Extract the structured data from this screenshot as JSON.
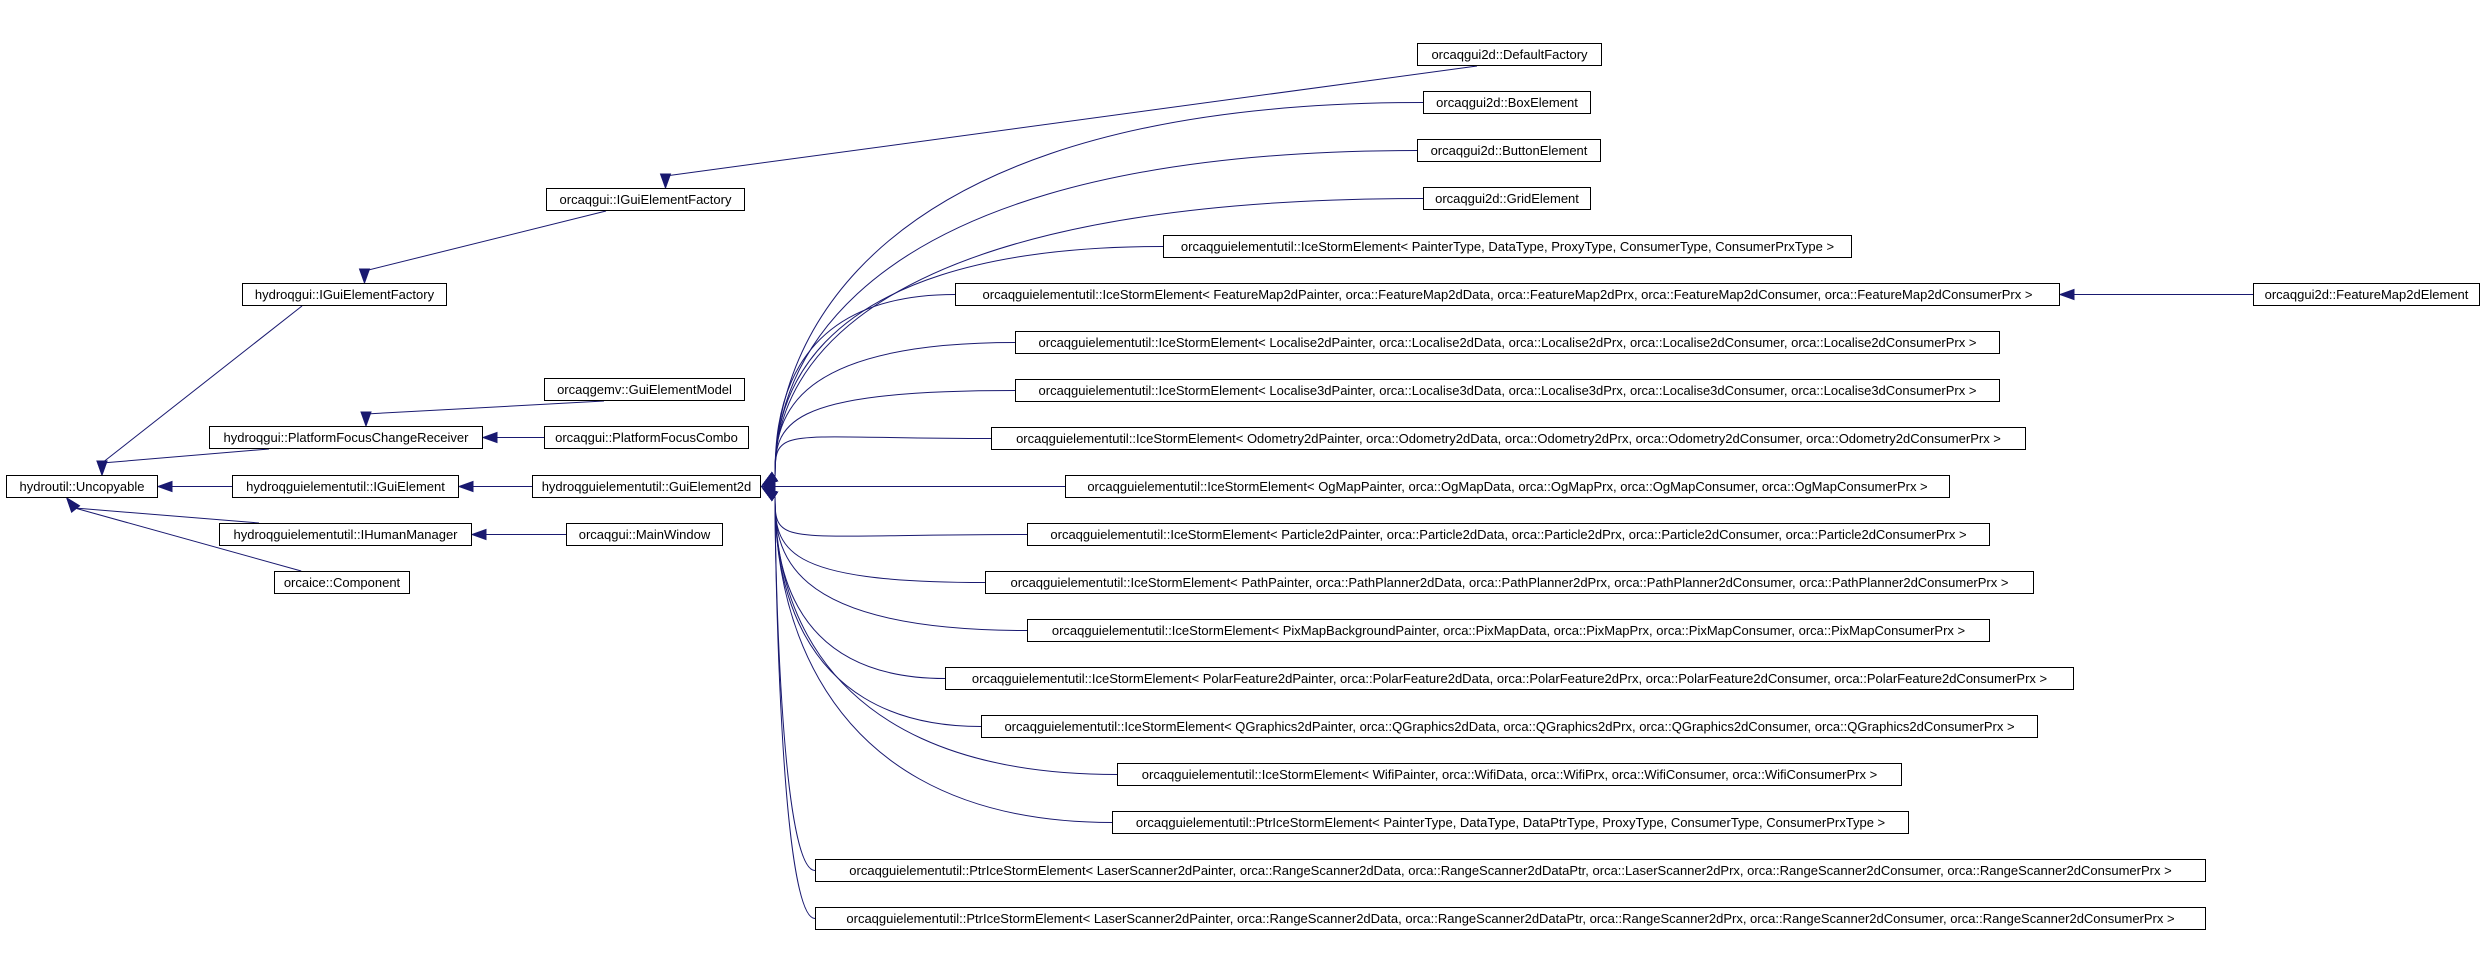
{
  "diagram": {
    "type": "inheritance-graph",
    "edge_color": "#191970",
    "nodes": [
      {
        "id": "uncopyable",
        "label": "hydroutil::Uncopyable"
      },
      {
        "id": "hydro_factory",
        "label": "hydroqgui::IGuiElementFactory"
      },
      {
        "id": "orca_factory",
        "label": "orcaqgui::IGuiElementFactory"
      },
      {
        "id": "default_factory",
        "label": "orcaqgui2d::DefaultFactory"
      },
      {
        "id": "focus_receiver",
        "label": "hydroqgui::PlatformFocusChangeReceiver"
      },
      {
        "id": "element_model",
        "label": "orcaqgemv::GuiElementModel"
      },
      {
        "id": "focus_combo",
        "label": "orcaqgui::PlatformFocusCombo"
      },
      {
        "id": "ielement",
        "label": "hydroqguielementutil::IGuiElement"
      },
      {
        "id": "element2d",
        "label": "hydroqguielementutil::GuiElement2d"
      },
      {
        "id": "human_manager",
        "label": "hydroqguielementutil::IHumanManager"
      },
      {
        "id": "main_window",
        "label": "orcaqgui::MainWindow"
      },
      {
        "id": "component",
        "label": "orcaice::Component"
      },
      {
        "id": "box_element",
        "label": "orcaqgui2d::BoxElement"
      },
      {
        "id": "button_element",
        "label": "orcaqgui2d::ButtonElement"
      },
      {
        "id": "grid_element",
        "label": "orcaqgui2d::GridElement"
      },
      {
        "id": "ise_generic",
        "label": "orcaqguielementutil::IceStormElement< PainterType, DataType, ProxyType, ConsumerType, ConsumerPrxType >"
      },
      {
        "id": "ise_featuremap",
        "label": "orcaqguielementutil::IceStormElement< FeatureMap2dPainter, orca::FeatureMap2dData, orca::FeatureMap2dPrx, orca::FeatureMap2dConsumer, orca::FeatureMap2dConsumerPrx >"
      },
      {
        "id": "featuremap_element",
        "label": "orcaqgui2d::FeatureMap2dElement"
      },
      {
        "id": "ise_localise2d",
        "label": "orcaqguielementutil::IceStormElement< Localise2dPainter, orca::Localise2dData, orca::Localise2dPrx, orca::Localise2dConsumer, orca::Localise2dConsumerPrx >"
      },
      {
        "id": "ise_localise3d",
        "label": "orcaqguielementutil::IceStormElement< Localise3dPainter, orca::Localise3dData, orca::Localise3dPrx, orca::Localise3dConsumer, orca::Localise3dConsumerPrx >"
      },
      {
        "id": "ise_odometry",
        "label": "orcaqguielementutil::IceStormElement< Odometry2dPainter, orca::Odometry2dData, orca::Odometry2dPrx, orca::Odometry2dConsumer, orca::Odometry2dConsumerPrx >"
      },
      {
        "id": "ise_ogmap",
        "label": "orcaqguielementutil::IceStormElement< OgMapPainter, orca::OgMapData, orca::OgMapPrx, orca::OgMapConsumer, orca::OgMapConsumerPrx >"
      },
      {
        "id": "ise_particle",
        "label": "orcaqguielementutil::IceStormElement< Particle2dPainter, orca::Particle2dData, orca::Particle2dPrx, orca::Particle2dConsumer, orca::Particle2dConsumerPrx >"
      },
      {
        "id": "ise_path",
        "label": "orcaqguielementutil::IceStormElement< PathPainter, orca::PathPlanner2dData, orca::PathPlanner2dPrx, orca::PathPlanner2dConsumer, orca::PathPlanner2dConsumerPrx >"
      },
      {
        "id": "ise_pixmap",
        "label": "orcaqguielementutil::IceStormElement< PixMapBackgroundPainter, orca::PixMapData, orca::PixMapPrx, orca::PixMapConsumer, orca::PixMapConsumerPrx >"
      },
      {
        "id": "ise_polar",
        "label": "orcaqguielementutil::IceStormElement< PolarFeature2dPainter, orca::PolarFeature2dData, orca::PolarFeature2dPrx, orca::PolarFeature2dConsumer, orca::PolarFeature2dConsumerPrx >"
      },
      {
        "id": "ise_qgraphics",
        "label": "orcaqguielementutil::IceStormElement< QGraphics2dPainter, orca::QGraphics2dData, orca::QGraphics2dPrx, orca::QGraphics2dConsumer, orca::QGraphics2dConsumerPrx >"
      },
      {
        "id": "ise_wifi",
        "label": "orcaqguielementutil::IceStormElement< WifiPainter, orca::WifiData, orca::WifiPrx, orca::WifiConsumer, orca::WifiConsumerPrx >"
      },
      {
        "id": "pise_generic",
        "label": "orcaqguielementutil::PtrIceStormElement< PainterType, DataType, DataPtrType, ProxyType, ConsumerType, ConsumerPrxType >"
      },
      {
        "id": "pise_laser",
        "label": "orcaqguielementutil::PtrIceStormElement< LaserScanner2dPainter, orca::RangeScanner2dData, orca::RangeScanner2dDataPtr, orca::LaserScanner2dPrx, orca::RangeScanner2dConsumer, orca::RangeScanner2dConsumerPrx >"
      },
      {
        "id": "pise_range",
        "label": "orcaqguielementutil::PtrIceStormElement< LaserScanner2dPainter, orca::RangeScanner2dData, orca::RangeScanner2dDataPtr, orca::RangeScanner2dPrx, orca::RangeScanner2dConsumer, orca::RangeScanner2dConsumerPrx >"
      }
    ],
    "edges": [
      {
        "from": "hydro_factory",
        "to": "uncopyable"
      },
      {
        "from": "focus_receiver",
        "to": "uncopyable"
      },
      {
        "from": "ielement",
        "to": "uncopyable"
      },
      {
        "from": "human_manager",
        "to": "uncopyable"
      },
      {
        "from": "component",
        "to": "uncopyable"
      },
      {
        "from": "orca_factory",
        "to": "hydro_factory"
      },
      {
        "from": "default_factory",
        "to": "orca_factory"
      },
      {
        "from": "element_model",
        "to": "focus_receiver"
      },
      {
        "from": "focus_combo",
        "to": "focus_receiver"
      },
      {
        "from": "element2d",
        "to": "ielement"
      },
      {
        "from": "main_window",
        "to": "human_manager"
      },
      {
        "from": "box_element",
        "to": "element2d"
      },
      {
        "from": "button_element",
        "to": "element2d"
      },
      {
        "from": "grid_element",
        "to": "element2d"
      },
      {
        "from": "ise_generic",
        "to": "element2d"
      },
      {
        "from": "ise_featuremap",
        "to": "element2d"
      },
      {
        "from": "featuremap_element",
        "to": "ise_featuremap"
      },
      {
        "from": "ise_localise2d",
        "to": "element2d"
      },
      {
        "from": "ise_localise3d",
        "to": "element2d"
      },
      {
        "from": "ise_odometry",
        "to": "element2d"
      },
      {
        "from": "ise_ogmap",
        "to": "element2d"
      },
      {
        "from": "ise_particle",
        "to": "element2d"
      },
      {
        "from": "ise_path",
        "to": "element2d"
      },
      {
        "from": "ise_pixmap",
        "to": "element2d"
      },
      {
        "from": "ise_polar",
        "to": "element2d"
      },
      {
        "from": "ise_qgraphics",
        "to": "element2d"
      },
      {
        "from": "ise_wifi",
        "to": "element2d"
      },
      {
        "from": "pise_generic",
        "to": "element2d"
      },
      {
        "from": "pise_laser",
        "to": "element2d"
      },
      {
        "from": "pise_range",
        "to": "element2d"
      }
    ]
  }
}
